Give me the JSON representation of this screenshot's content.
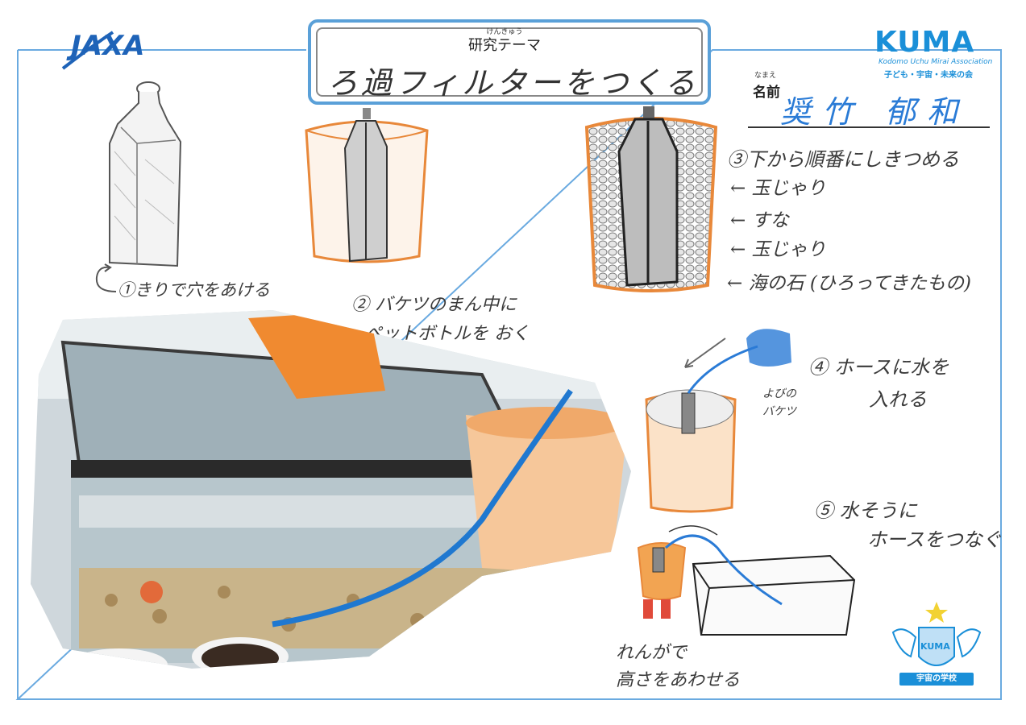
{
  "header": {
    "theme_ruby": "けんきゅう",
    "theme_label": "研究テーマ",
    "theme_title": "ろ過フィルターをつくる",
    "name_ruby": "なまえ",
    "name_label": "名前",
    "name_value": "奨竹 郁和"
  },
  "logos": {
    "jaxa": "JAXA",
    "kuma": "KUMA",
    "kuma_full": "Kodomo Uchu Mirai Association",
    "kuma_tagline": "子ども・宇宙・未来の会",
    "emblem_label": "宇宙の学校",
    "emblem_kuma": "KUMA"
  },
  "steps": {
    "step1": "①きりで穴をあける",
    "step2_line1": "② バケツのまん中に",
    "step2_line2": "ペットボトルを おく",
    "step3": "③下から順番にしきつめる",
    "layers": [
      "← 玉じゃり",
      "← すな",
      "← 玉じゃり",
      "← 海の石 (ひろってきたもの)"
    ],
    "step4_line1": "④ ホースに水を",
    "step4_line2": "入れる",
    "bucket_note": "よびの\nバケツ",
    "step5_line1": "⑤ 水そうに",
    "step5_line2": "ホースをつなぐ",
    "brick_note": "れんがで\n高さをあわせる"
  },
  "colors": {
    "frame_blue": "#5aa0d8",
    "brand_blue": "#1a8fd8",
    "crayon_orange": "#e8883a",
    "crayon_blue": "#2a7bd6",
    "pencil": "#3a3a3a"
  }
}
